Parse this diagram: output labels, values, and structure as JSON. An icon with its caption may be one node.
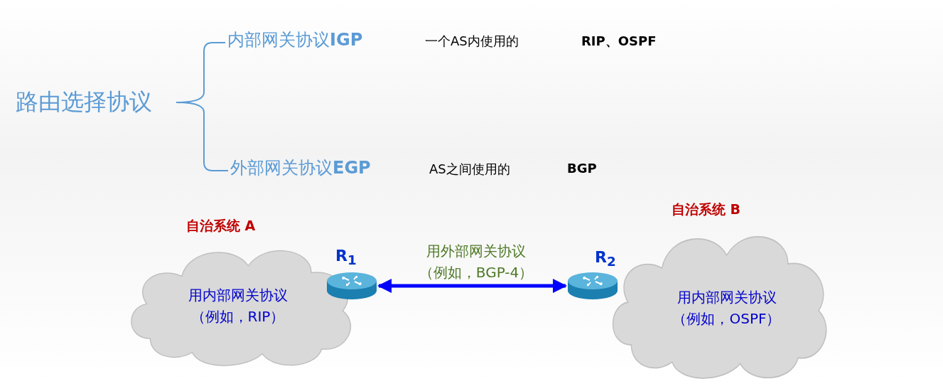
{
  "diagram": {
    "nodes": [
      {
        "text": [
          "路由选择协议"
        ]
      },
      {
        "text": [
          "内部网关协议**IGP**"
        ]
      },
      {
        "text": [
          "外部网关协议**EGP**"
        ]
      },
      {
        "text": [
          "自治系统 A",
          "用内部网关协议（例如，RIP）"
        ]
      },
      {
        "text": [
          "R$_{1}$"
        ]
      },
      {
        "text": [
          "R$_{2}$"
        ]
      },
      {
        "text": [
          "自治系统 B",
          "用内部网关协议（例如，OSPF）"
        ]
      }
    ],
    "edges": [
      {
        "from": 0,
        "to": 1,
        "arrow": "none"
      },
      {
        "from": 0,
        "to": 2,
        "arrow": "none"
      },
      {
        "from": 4,
        "to": 5,
        "arrow": "both",
        "label": "用外部网关协议（例如，BGP-4）",
        "style": "thick",
        "color": "#0000ff"
      }
    ],
    "labels": [
      "一个AS内使用的",
      "RIP、OSPF",
      "AS之间使用的",
      "BGP"
    ]
  }
}
